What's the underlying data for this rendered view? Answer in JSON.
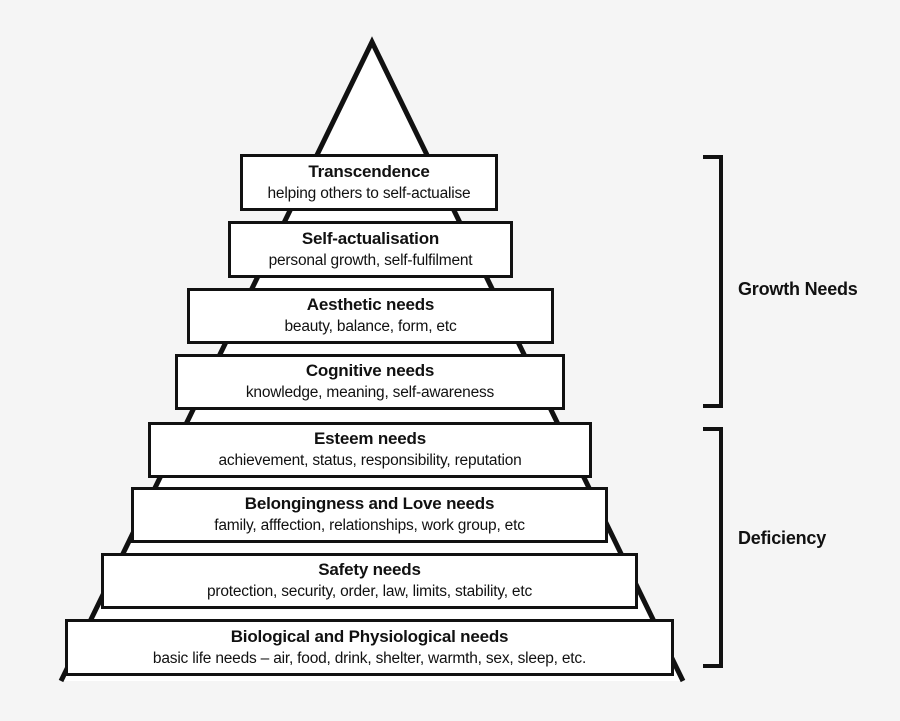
{
  "colors": {
    "background": "#f5f5f5",
    "box_fill": "#ffffff",
    "line": "#111111",
    "text": "#111111"
  },
  "pyramid": {
    "levels": [
      {
        "title": "Transcendence",
        "description": "helping others to self-actualise"
      },
      {
        "title": "Self-actualisation",
        "description": "personal growth, self-fulfilment"
      },
      {
        "title": "Aesthetic needs",
        "description": "beauty, balance, form, etc"
      },
      {
        "title": "Cognitive needs",
        "description": "knowledge, meaning, self-awareness"
      },
      {
        "title": "Esteem needs",
        "description": "achievement, status, responsibility, reputation"
      },
      {
        "title": "Belongingness and Love needs",
        "description": "family, afffection, relationships, work group, etc"
      },
      {
        "title": "Safety needs",
        "description": "protection, security, order, law, limits, stability, etc"
      },
      {
        "title": "Biological and Physiological needs",
        "description": "basic life needs – air, food, drink, shelter, warmth, sex, sleep, etc."
      }
    ]
  },
  "annotations": {
    "growth_label": "Growth Needs",
    "deficiency_label": "Deficiency"
  }
}
